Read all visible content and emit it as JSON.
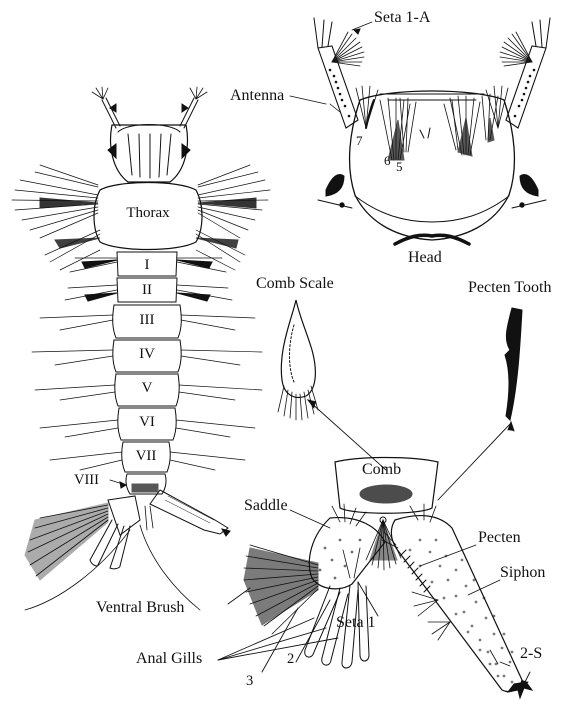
{
  "labels": {
    "seta_1a": "Seta 1-A",
    "antenna": "Antenna",
    "head": "Head",
    "head_num_7": "7",
    "head_num_6": "6",
    "head_num_5": "5",
    "thorax": "Thorax",
    "segments": [
      "I",
      "II",
      "III",
      "IV",
      "V",
      "VI",
      "VII"
    ],
    "viii": "VIII",
    "comb_scale": "Comb Scale",
    "pecten_tooth": "Pecten Tooth",
    "comb": "Comb",
    "saddle": "Saddle",
    "pecten": "Pecten",
    "siphon": "Siphon",
    "ventral_brush": "Ventral Brush",
    "seta_1": "Seta 1",
    "anal_gills": "Anal Gills",
    "num_3": "3",
    "num_2": "2",
    "seta_2s": "2-S"
  },
  "colors": {
    "ink": "#111111",
    "background": "#ffffff"
  }
}
